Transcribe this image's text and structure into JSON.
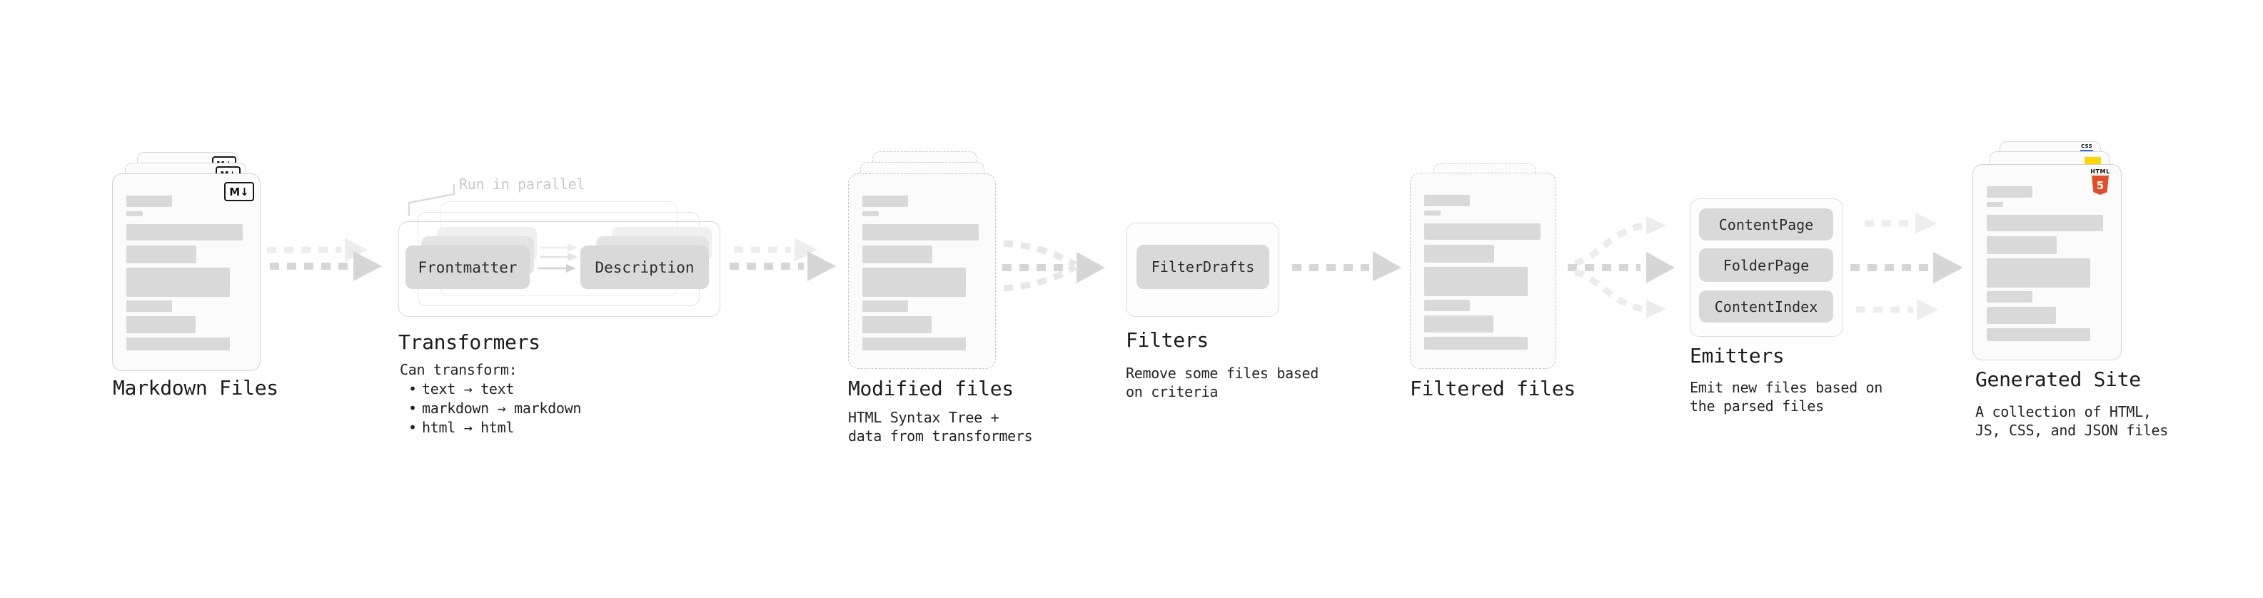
{
  "pipeline": {
    "markdown_files": {
      "title": "Markdown Files",
      "badge": "M↓"
    },
    "transformers": {
      "title": "Transformers",
      "annotation": "Run in parallel",
      "nodes": [
        "Frontmatter",
        "Description"
      ],
      "caption_heading": "Can transform:",
      "bullet": "•",
      "bullets": [
        "text → text",
        "markdown → markdown",
        "html → html"
      ]
    },
    "modified_files": {
      "title": "Modified files",
      "caption": [
        "HTML Syntax Tree +",
        "data from transformers"
      ]
    },
    "filters": {
      "title": "Filters",
      "node": "FilterDrafts",
      "caption": [
        "Remove some files based",
        "on criteria"
      ]
    },
    "filtered_files": {
      "title": "Filtered files"
    },
    "emitters": {
      "title": "Emitters",
      "nodes": [
        "ContentPage",
        "FolderPage",
        "ContentIndex"
      ],
      "caption": [
        "Emit new files based on",
        "the parsed files"
      ]
    },
    "generated_site": {
      "title": "Generated Site",
      "caption": [
        "A collection of HTML,",
        "JS, CSS, and JSON files"
      ],
      "html5_word": "HTML",
      "html5_digit": "5",
      "css_word": "CSS"
    }
  },
  "colors": {
    "html5_orange": "#E44D26",
    "js_yellow": "#FFD600",
    "css_blue": "#2962FF"
  }
}
